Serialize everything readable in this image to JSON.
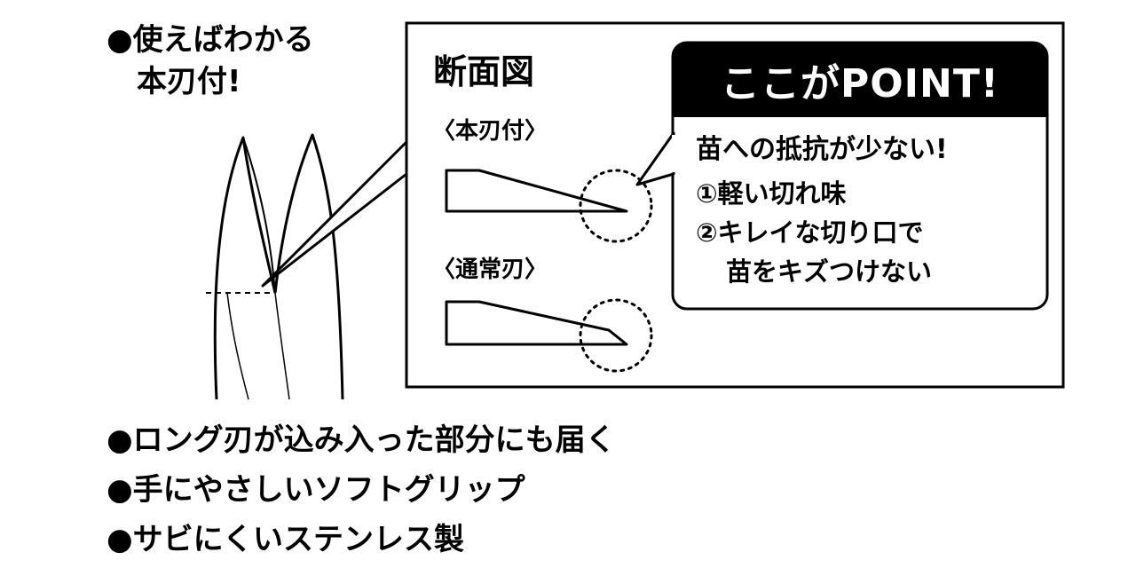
{
  "features": {
    "top": [
      "●使えばわかる",
      "本刃付!"
    ],
    "bottom": [
      "●ロング刃が込み入った部分にも届く",
      "●手にやさしいソフトグリップ",
      "●サビにくいステンレス製"
    ]
  },
  "cross_section": {
    "title": "断面図",
    "honba_label": "〈本刃付〉",
    "tsujo_label": "〈通常刃〉"
  },
  "point": {
    "header": "ここがPOINT!",
    "headline": "苗への抵抗が少ない!",
    "items": [
      "①軽い切れ味",
      "②キレイな切り口で",
      "苗をキズつけない"
    ]
  },
  "colors": {
    "ink": "#000000",
    "paper": "#ffffff",
    "header_bg": "#000000"
  }
}
